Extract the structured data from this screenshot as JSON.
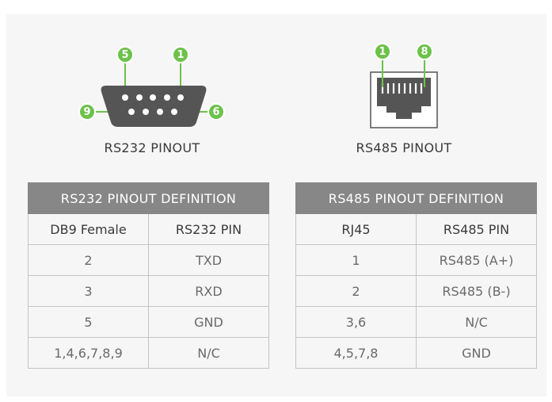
{
  "rs232": {
    "caption": "RS232 PINOUT",
    "pins": {
      "top_left": "5",
      "top_right": "1",
      "bottom_left": "9",
      "bottom_right": "6"
    },
    "table": {
      "title": "RS232 PINOUT DEFINITION",
      "headers": [
        "DB9 Female",
        "RS232 PIN"
      ],
      "rows": [
        [
          "2",
          "TXD"
        ],
        [
          "3",
          "RXD"
        ],
        [
          "5",
          "GND"
        ],
        [
          "1,4,6,7,8,9",
          "N/C"
        ]
      ]
    }
  },
  "rs485": {
    "caption": "RS485 PINOUT",
    "pins": {
      "left": "1",
      "right": "8"
    },
    "table": {
      "title": "RS485 PINOUT DEFINITION",
      "headers": [
        "RJ45",
        "RS485 PIN"
      ],
      "rows": [
        [
          "1",
          "RS485 (A+)"
        ],
        [
          "2",
          "RS485 (B-)"
        ],
        [
          "3,6",
          "N/C"
        ],
        [
          "4,5,7,8",
          "GND"
        ]
      ]
    }
  },
  "colors": {
    "accent": "#6cc24a",
    "header": "#878787",
    "border": "#c4c4c4",
    "connector": "#555555"
  }
}
